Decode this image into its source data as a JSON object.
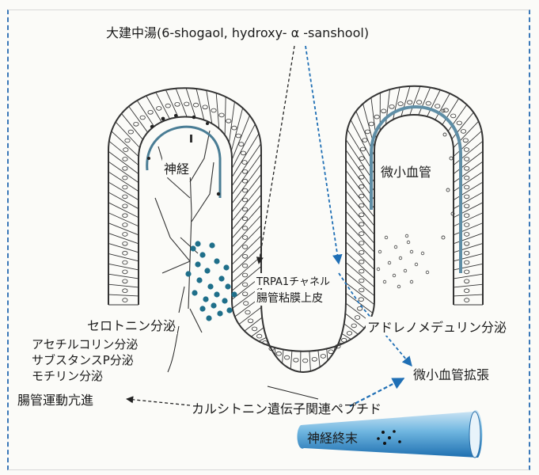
{
  "diagram": {
    "source_label": "大建中湯(6-shogaol, hydroxy- α -sanshool)",
    "nerve_label": "神経",
    "microvessel_label": "微小血管",
    "trpa1_label": "TRPA1チャネル",
    "epithelium_label": "腸管粘膜上皮",
    "serotonin_label": "セロトニン分泌",
    "acetylcholine_label": "アセチルコリン分泌",
    "substance_p_label": "サブスタンスP分泌",
    "motilin_label": "モチリン分泌",
    "motility_label": "腸管運動亢進",
    "cgrp_label": "カルシトニン遺伝子関連ペプチド",
    "adrenomedullin_label": "アドレノメデュリン分泌",
    "vasodilation_label": "微小血管拡張",
    "nerve_ending_label": "神経終末",
    "colors": {
      "arrow_blue": "#1f6fb5",
      "arrow_black": "#222222",
      "vessel": "#5f8ea6",
      "cell_line": "#333333",
      "granule": "#1f6f8a"
    }
  }
}
